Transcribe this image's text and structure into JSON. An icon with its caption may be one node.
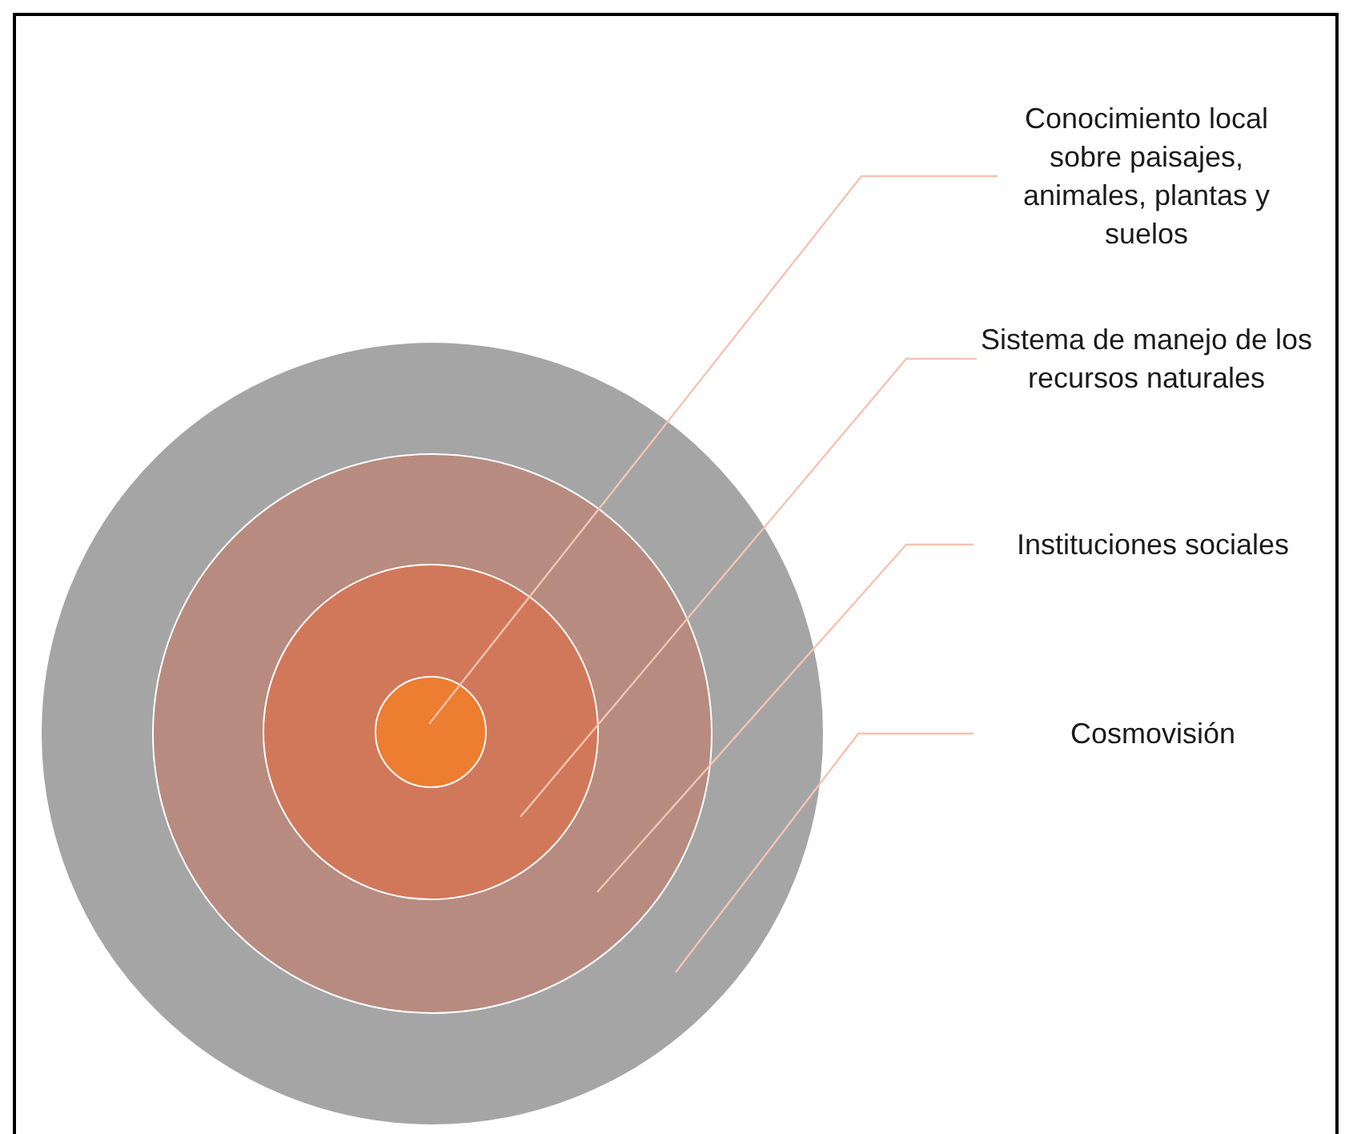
{
  "diagram": {
    "nodes": [
      {
        "text": [],
        "shape": "circle"
      },
      {
        "text": [],
        "shape": "circle",
        "in": 0
      },
      {
        "text": [],
        "shape": "circle",
        "in": 1
      },
      {
        "text": [],
        "shape": "circle",
        "in": 2
      },
      {
        "text": [
          "Conocimiento local sobre paisajes, animales, plantas y suelos"
        ]
      },
      {
        "text": [
          "Sistema de manejo de los recursos naturales"
        ]
      },
      {
        "text": [
          "Instituciones sociales"
        ]
      },
      {
        "text": [
          "Cosmovisión"
        ]
      }
    ],
    "edges": [
      {
        "from": 4,
        "to": 3,
        "arrow": "none"
      },
      {
        "from": 5,
        "to": 2,
        "arrow": "none"
      },
      {
        "from": 6,
        "to": 1,
        "arrow": "none"
      },
      {
        "from": 7,
        "to": 0,
        "arrow": "none"
      }
    ]
  }
}
